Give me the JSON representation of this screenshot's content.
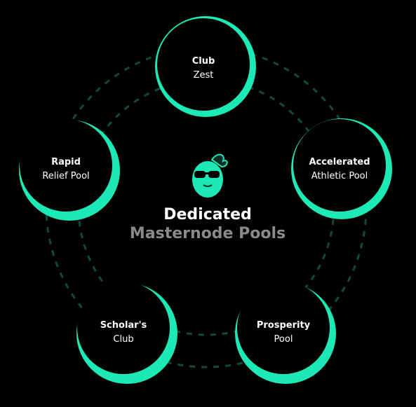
{
  "center": {
    "title": "Dedicated",
    "subtitle": "Masternode Pools",
    "logo_icon": "lemon-sunglasses-icon"
  },
  "nodes": [
    {
      "id": "club-zest",
      "line1": "Club",
      "line2": "Zest"
    },
    {
      "id": "accelerated-athletic-pool",
      "line1": "Accelerated",
      "line2": "Athletic Pool"
    },
    {
      "id": "prosperity-pool",
      "line1": "Prosperity",
      "line2": "Pool"
    },
    {
      "id": "scholars-club",
      "line1": "Scholar's",
      "line2": "Club"
    },
    {
      "id": "rapid-relief-pool",
      "line1": "Rapid",
      "line2": "Relief Pool"
    }
  ],
  "colors": {
    "background": "#000000",
    "accent": "#1de9b6",
    "dashed_ring": "#0f4a3c",
    "node_fill": "#000000",
    "text": "#ffffff",
    "muted_text": "#8a8a8a"
  }
}
